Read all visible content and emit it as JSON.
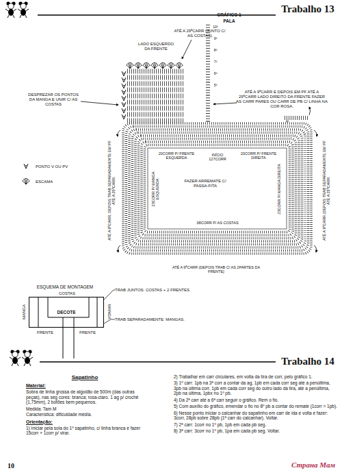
{
  "diagram": {
    "title": "Trabalho 13",
    "nodes": [
      {
        "text": [
          "DECOTE"
        ]
      }
    ],
    "labels": [
      "GRÁFICO 1",
      "PALA",
      "ATÉ A 29ªCARR (JUNTO C/ AS COSTAS)",
      "LADO ESQUERDO DA FRENTE",
      "DESPREZAR OS PONTOS DA MANGA E UNIR C/ AS COSTAS",
      "ATÉ A 9ªCARR E DEPOIS EM PF ATÉ A 29ªCARR LADO DIREITO DA FRENTE FAZER AS CARR PARES OU CARR DE PB C/ LINHA NA COR ROSA.",
      "10ª",
      "9ª",
      "8ª",
      "7ª",
      "6ª",
      "5ª",
      "4ª",
      "20CORR P/ FRENTE ESQUERDA",
      "INÍCIO 127CORR",
      "20CORR P/ FRENTE DIREITA",
      "23CORR P/ MANGA ESQUERDA",
      "23CORR P/ MANGA DIREITA",
      "FAZER ARREMATE C/ PASSA-FITA",
      "38CORR P/ AS COSTAS",
      "ATÉ A 9ªCARR, DEPOIS TRAB SEPARADAMENTE EM PF ATÉ A 25ªCARR.",
      "ATÉ A 9ªCARR (DEPOIS TRAB SEPARADAMENTE EM PF ATÉ A 25ªCARR.",
      "ATÉ A 9ªCARR (DEPOIS TRAB C/ AS 2PARTES DA FRENTE)",
      "ESQUEMA DE MONTAGEM",
      "COSTAS",
      "MANGA",
      "MANGA",
      "FRENTE",
      "FRENTE",
      "TRAB JUNTOS: COSTAS + 2 FRENTES",
      "TRAB SEPARADAMENTE: MANGAS.",
      "Trabalho 14",
      "Sapatinho",
      "Material:",
      "Sobra de linha grossa de algodão de 500m (das outras peças), nas seg cores: branca; rosa-claro. 1 ag p/ crochê (1,75mm), 2 botões bem pequenos.",
      "Medida: Tam M",
      "Característica: dificuldade média.",
      "Orientação:",
      "1) Iniciar pela sola do 1º sapatinho, c/ linha branca e fazer 15corr + 1corr p/ virar.",
      "2) Trabalhar em carr circulares, em volta da tira de corr, pelo gráfico 1.",
      "3) 1º carr: 1pb na 3ª corr a contar da ag, 1pb em cada corr seg até a penúltima, 3pb na última corr, 1pb em cada corr seg do outro lado da tira, até a penúltima, 2pb na última, 1pbx no 1º pb.",
      "4) Da 2ª carr até a 6ª carr seguir o gráfico. Rem o fio.",
      "5) Com auxílio do gráfico, emendar o fio no 8º pb a contar do remate (1corr = 1pb).",
      "6) Nesse ponto iniciar o calcanhar do sapatinho em carr de ida e volta e fazer: 3corr, 28pb sobre 28pb (1ª carr do calcanhar). Voltar.",
      "7) 2ª carr: 1corr no 1º pb, 1pb em cada pb seg.",
      "8) 3ª carr: 3corr no 1º pb, 1pa em cada pb seg. Voltar.",
      "10",
      "Страна Мам"
    ],
    "legend": [
      {
        "text": "PONTO V OU PV"
      },
      {
        "text": "ESCAMA"
      }
    ]
  }
}
